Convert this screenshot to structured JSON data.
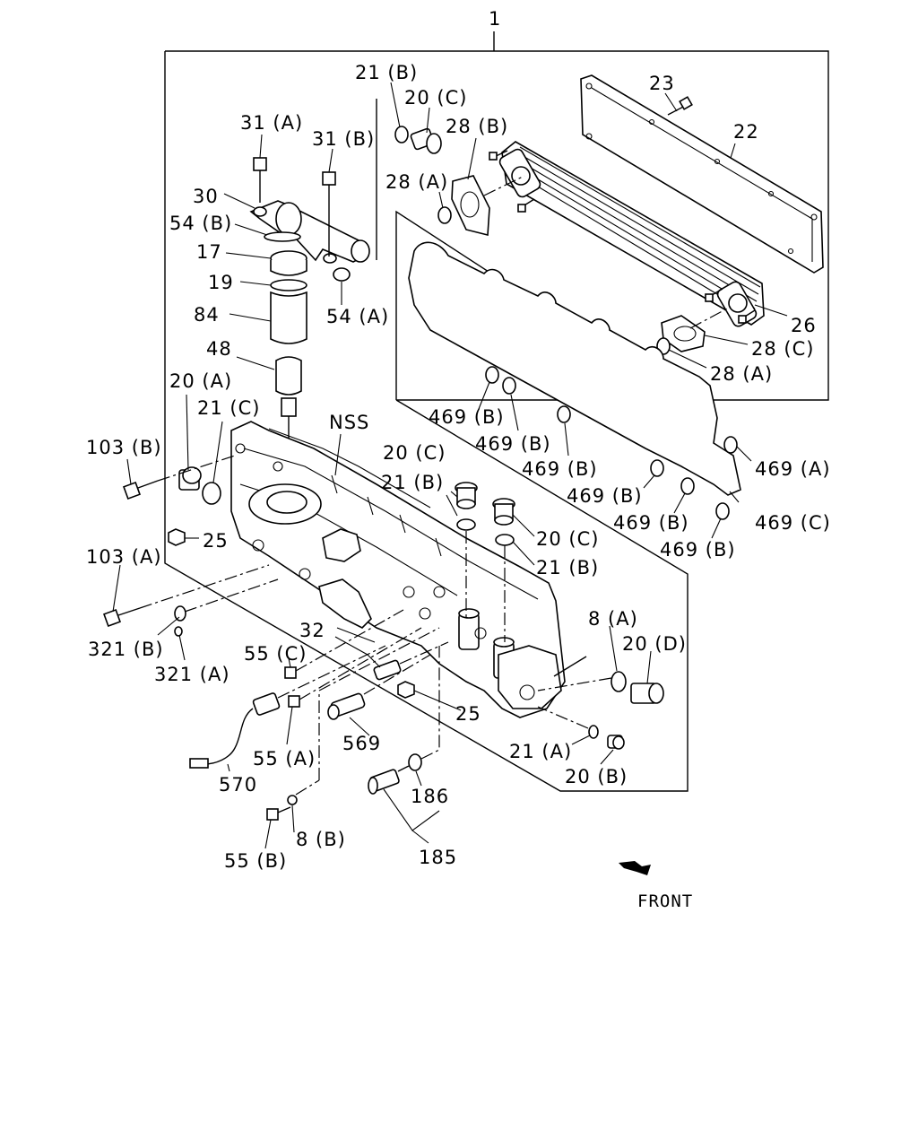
{
  "labels": {
    "l1": "1",
    "l21B_top": "21 (B)",
    "l20C_top": "20 (C)",
    "l23": "23",
    "l31A": "31 (A)",
    "l31B": "31 (B)",
    "l28B": "28 (B)",
    "l22": "22",
    "l28A_top": "28 (A)",
    "l30": "30",
    "l54B": "54 (B)",
    "l17": "17",
    "l19": "19",
    "l54A": "54 (A)",
    "l84": "84",
    "l26": "26",
    "l28C": "28 (C)",
    "l28A_right": "28 (A)",
    "l48": "48",
    "l20A": "20 (A)",
    "l21C": "21 (C)",
    "lNSS": "NSS",
    "l469B_1": "469 (B)",
    "l469B_2": "469 (B)",
    "l469B_3": "469 (B)",
    "l469A": "469 (A)",
    "l103B": "103 (B)",
    "l20C_mid": "20 (C)",
    "l21B_mid": "21 (B)",
    "l469B_4": "469 (B)",
    "l469B_5": "469 (B)",
    "l469C": "469 (C)",
    "l469B_6": "469 (B)",
    "l25_a": "25",
    "l20C_right": "20 (C)",
    "l21B_right": "21 (B)",
    "l103A": "103 (A)",
    "l8A": "8 (A)",
    "l20D": "20 (D)",
    "l32": "32",
    "l321B": "321 (B)",
    "l55C": "55 (C)",
    "l321A": "321 (A)",
    "l25_b": "25",
    "l569": "569",
    "l21A": "21 (A)",
    "l55A": "55 (A)",
    "l20B": "20 (B)",
    "l570": "570",
    "l186": "186",
    "l55B": "55 (B)",
    "l8B": "8 (B)",
    "l185": "185",
    "front": "FRONT"
  }
}
